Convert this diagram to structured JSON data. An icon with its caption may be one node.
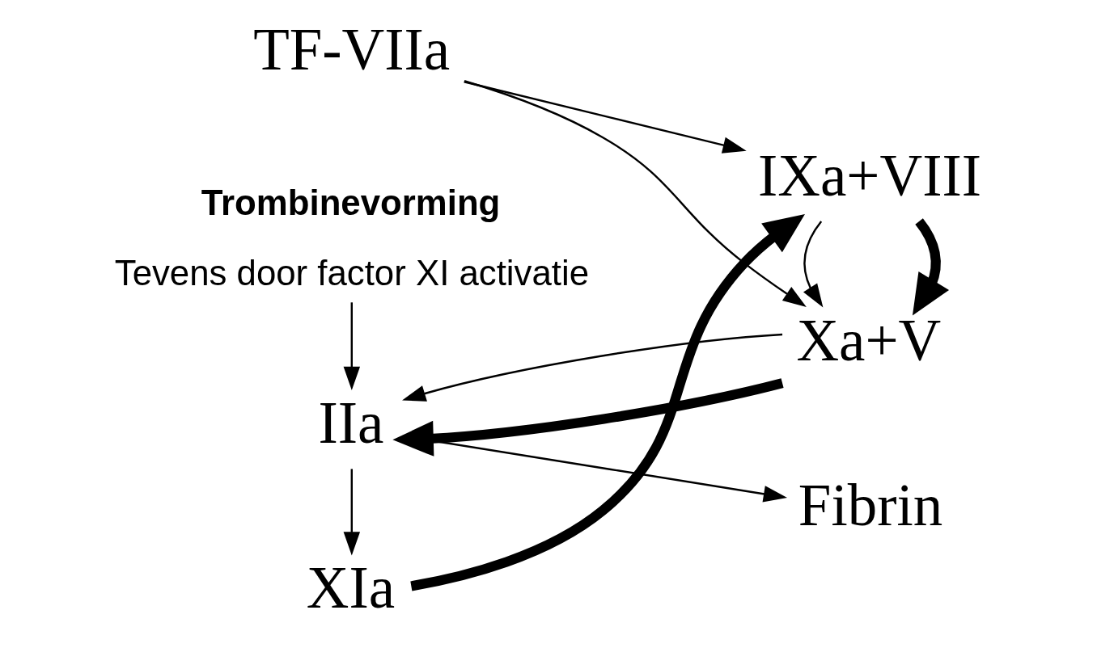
{
  "diagram": {
    "nodes": [
      {
        "text": [
          "XIa"
        ]
      },
      {
        "text": [
          "IXa+VIII"
        ]
      },
      {
        "text": [
          "TF-VIIa"
        ]
      },
      {
        "text": [
          "Xa+V"
        ]
      },
      {
        "text": [
          "IIa"
        ]
      },
      {
        "text": [
          "Fibrin"
        ]
      },
      {
        "text": [
          "Trombinevorming",
          "Tevens door factor XI activatie"
        ]
      }
    ],
    "edges": [
      {
        "from": 0,
        "to": 1,
        "arrow": "to",
        "style": "thick"
      },
      {
        "from": 1,
        "to": 3,
        "arrow": "to",
        "style": "thick"
      },
      {
        "from": 1,
        "to": 3,
        "arrow": "to"
      },
      {
        "from": 2,
        "to": 1,
        "arrow": "to"
      },
      {
        "from": 2,
        "to": 3,
        "arrow": "to"
      },
      {
        "from": 3,
        "to": 4,
        "arrow": "to",
        "style": "thick"
      },
      {
        "from": 3,
        "to": 4,
        "arrow": "to"
      },
      {
        "from": 4,
        "to": 5,
        "arrow": "to"
      },
      {
        "from": 4,
        "to": 0,
        "arrow": "to"
      },
      {
        "from": 6,
        "to": 4,
        "arrow": "to"
      }
    ]
  }
}
